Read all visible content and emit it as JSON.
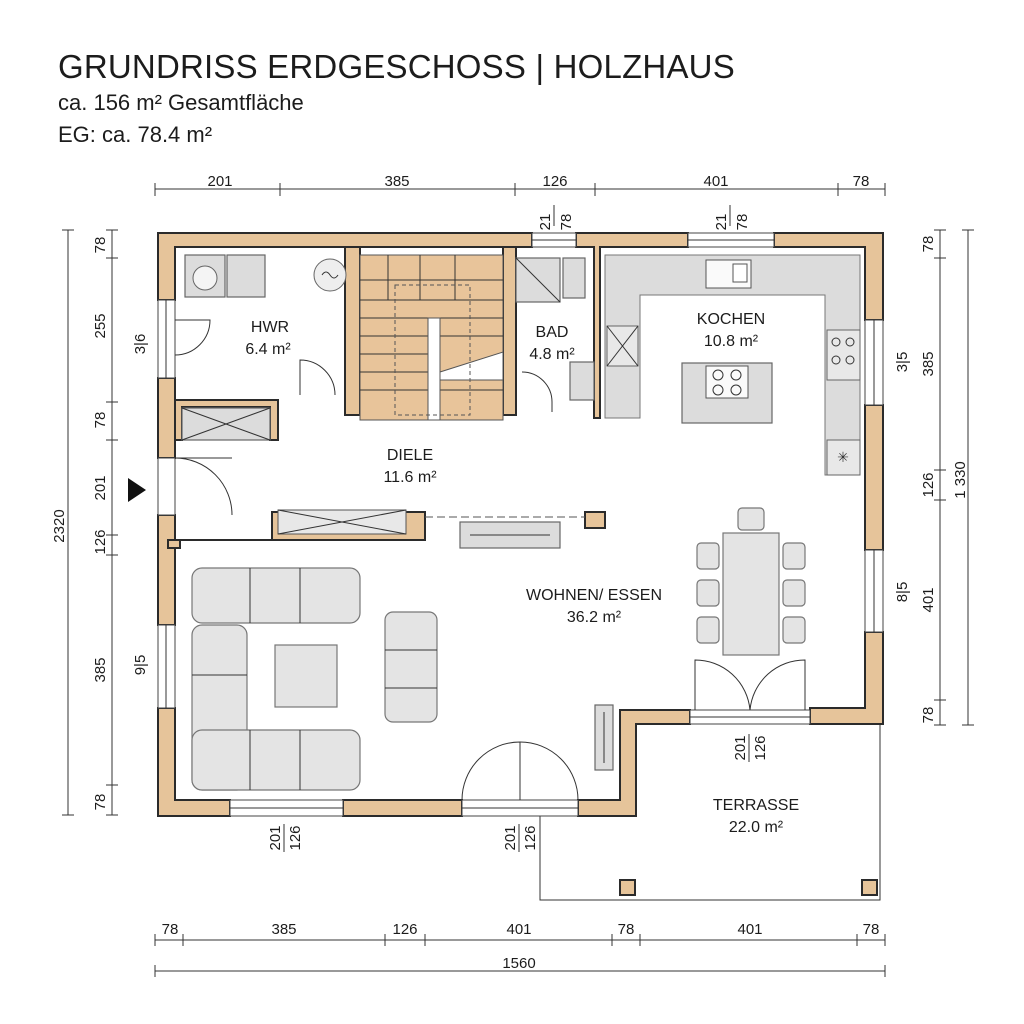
{
  "header": {
    "title": "GRUNDRISS ERDGESCHOSS | HOLZHAUS",
    "subtitle_total": "ca. 156 m² Gesamtfläche",
    "subtitle_eg": "EG: ca. 78.4 m²"
  },
  "rooms": [
    {
      "id": "hwr",
      "name": "HWR",
      "area": "6.4 m²"
    },
    {
      "id": "bad",
      "name": "BAD",
      "area": "4.8 m²"
    },
    {
      "id": "kochen",
      "name": "KOCHEN",
      "area": "10.8 m²"
    },
    {
      "id": "diele",
      "name": "DIELE",
      "area": "11.6 m²"
    },
    {
      "id": "wohnen",
      "name": "WOHNEN/ ESSEN",
      "area": "36.2 m²"
    },
    {
      "id": "terrasse",
      "name": "TERRASSE",
      "area": "22.0 m²"
    }
  ],
  "dimensions": {
    "top": [
      "201",
      "385",
      "126",
      "401",
      "78"
    ],
    "top_window_a": [
      "21",
      "78"
    ],
    "top_window_b": [
      "21",
      "78"
    ],
    "bottom": [
      "78",
      "385",
      "126",
      "401",
      "78",
      "401",
      "78"
    ],
    "bottom_total": "1560",
    "left_outer_total": "2320",
    "left": [
      "78",
      "255",
      "78",
      "201",
      "126",
      "385",
      "78"
    ],
    "left_windows": [
      "3|6",
      "9|5"
    ],
    "right": [
      "78",
      "385",
      "126",
      "401",
      "78"
    ],
    "right_total": "1 330",
    "right_windows": [
      "3|5",
      "8|5"
    ],
    "window_bottom_a": [
      "201",
      "126"
    ],
    "window_bottom_b": [
      "201",
      "126"
    ],
    "window_terrace": [
      "201",
      "126"
    ]
  },
  "colors": {
    "wall_fill": "#e6c49a",
    "stair_fill": "#e8c49a",
    "fixture_fill": "#dcdcdc",
    "line": "#2b2b2b"
  },
  "icons": [
    "entrance-arrow-icon",
    "washing-machine-icon",
    "dryer-icon",
    "hob-icon",
    "sink-icon",
    "fan-icon"
  ]
}
